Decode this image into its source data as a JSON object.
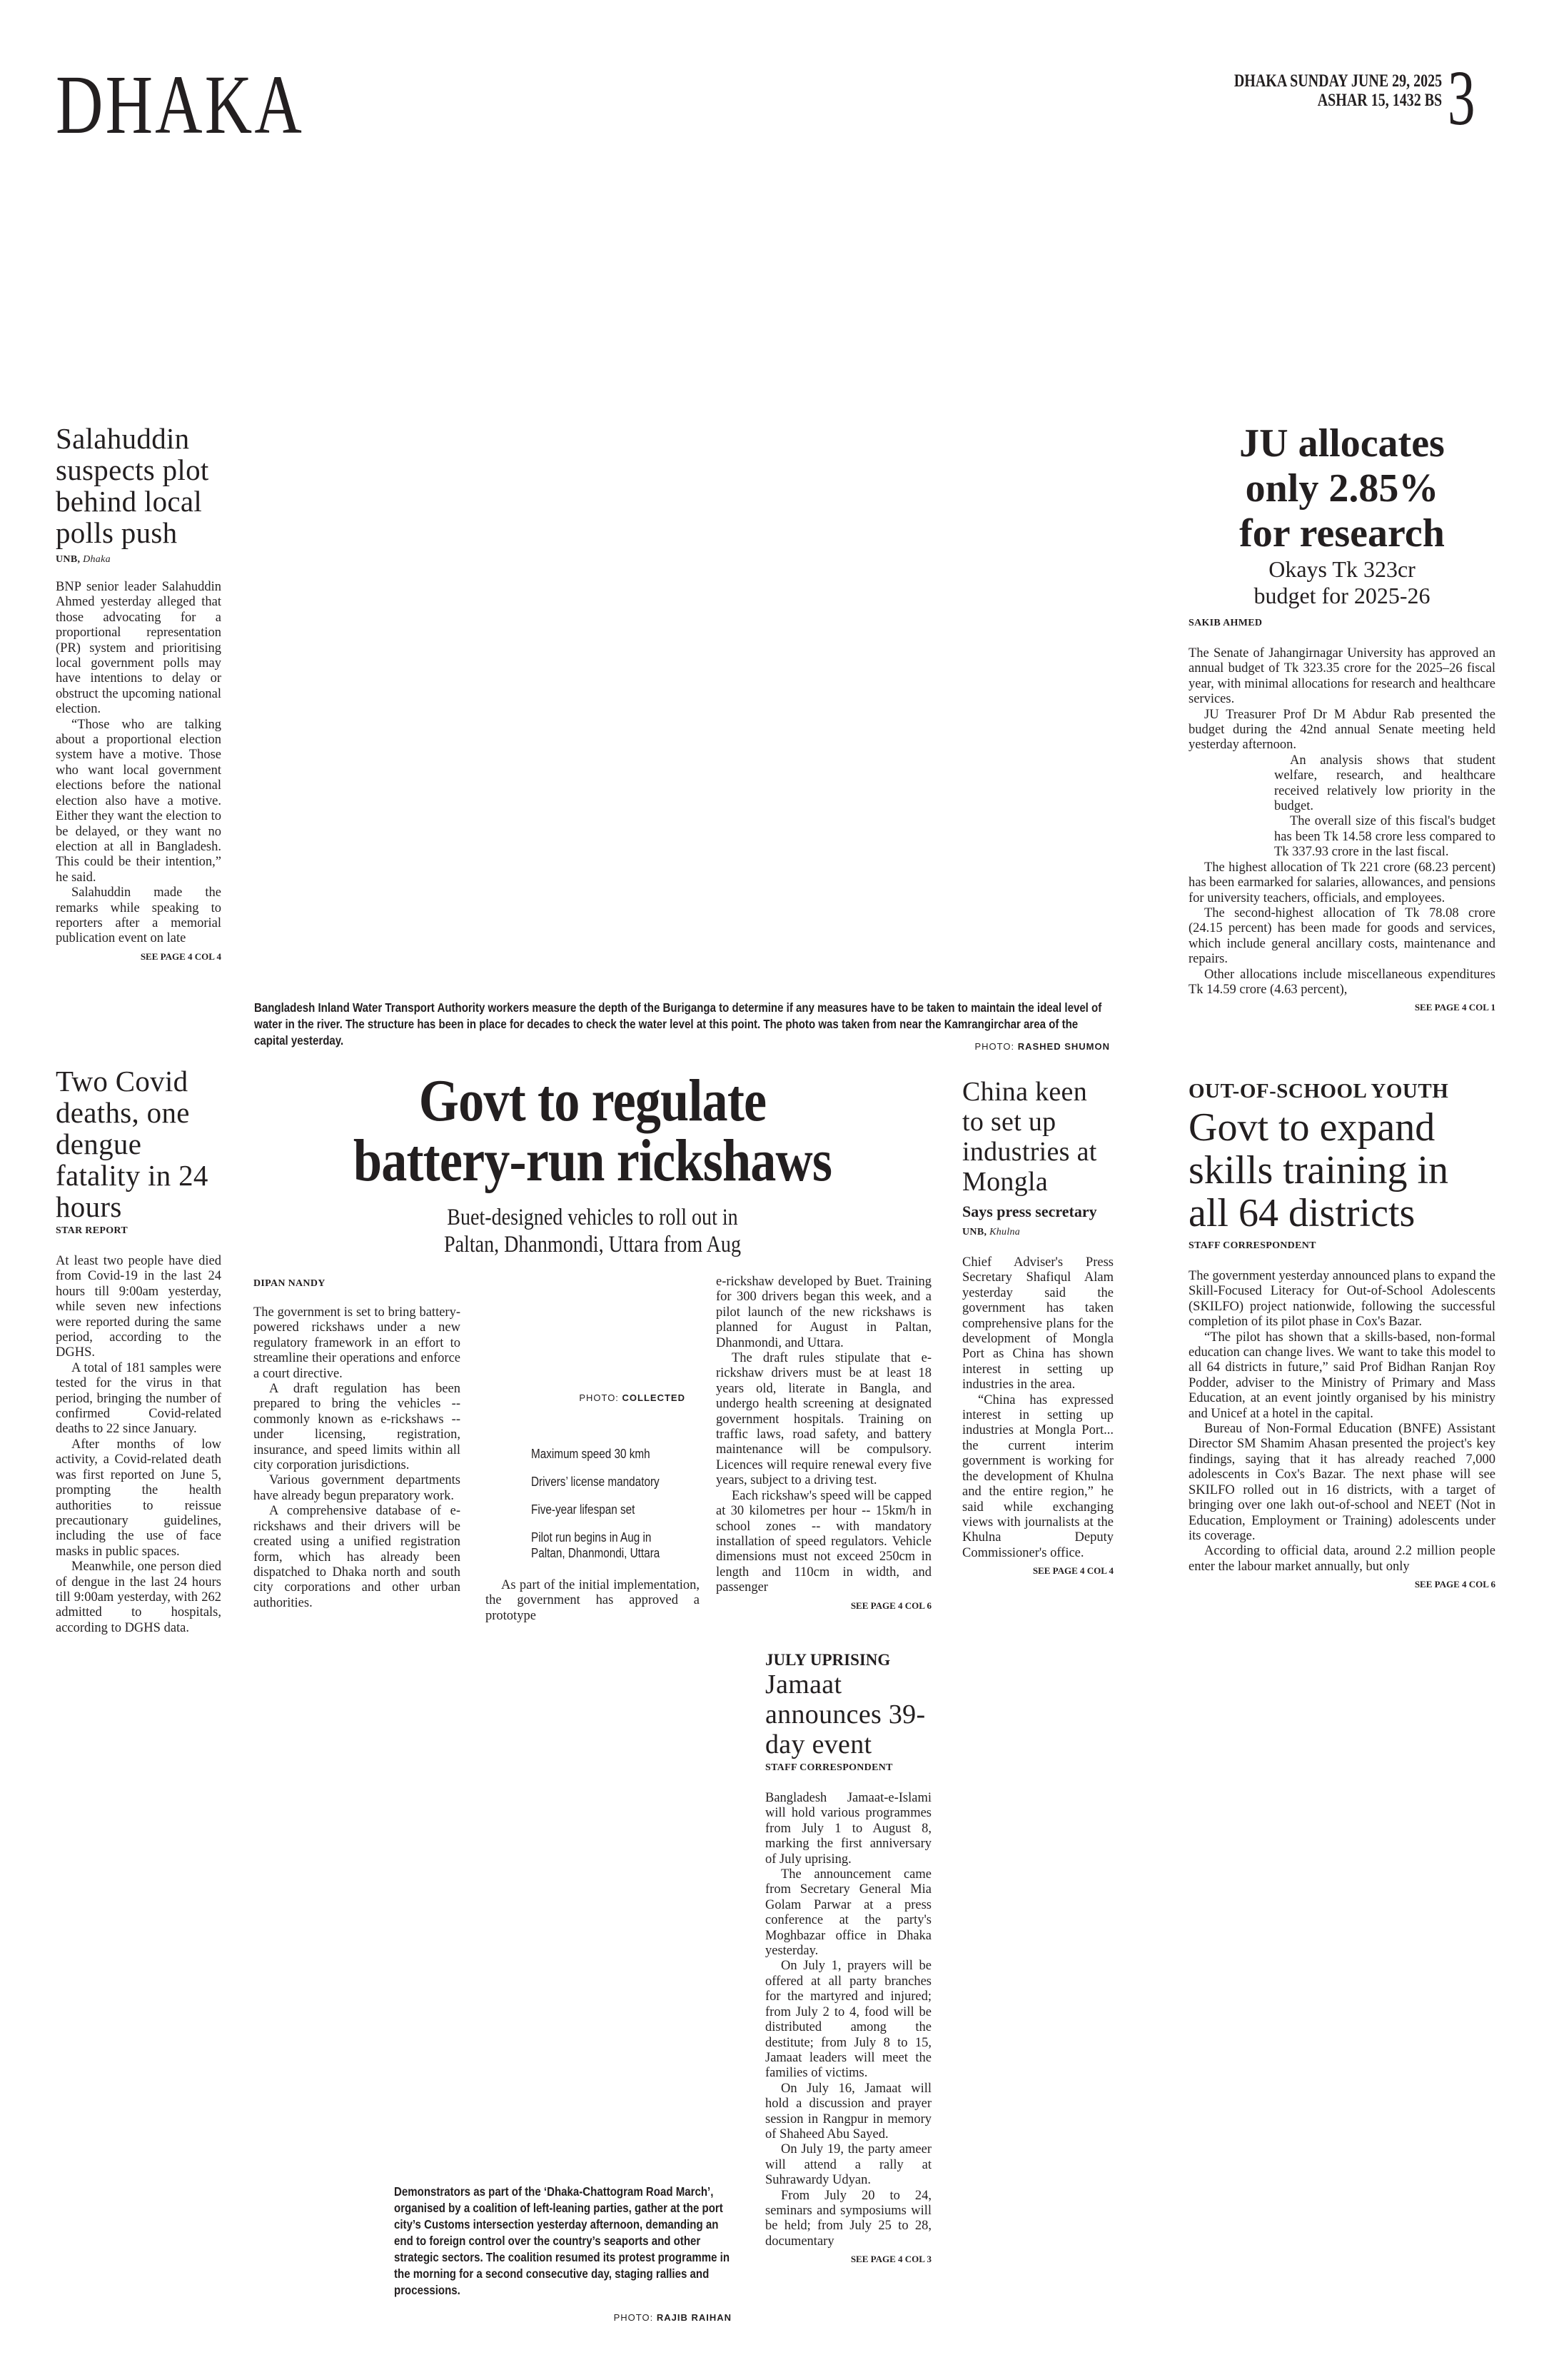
{
  "masthead": {
    "section": "DHAKA",
    "date_line1": "DHAKA SUNDAY JUNE 29, 2025",
    "date_line2": "ASHAR 15, 1432 BS",
    "page_number": "3"
  },
  "salahuddin": {
    "headline": "Salahuddin suspects plot behind local polls push",
    "agency": "UNB,",
    "place": "Dhaka",
    "paragraphs": [
      "BNP senior leader Salahuddin Ahmed yesterday alleged that those advocating for a proportional representation (PR) system and prioritising local government polls may have intentions to delay or obstruct the upcoming national election.",
      "“Those who are talking about a proportional election system have a motive. Those who want local government elections before the national election also have a motive. Either they want the election to be delayed, or they want no election at all in Bangladesh. This could be their intention,” he said.",
      "Salahuddin made the remarks while speaking to reporters after a memorial publication event on late"
    ],
    "jump": "SEE PAGE 4 COL 4"
  },
  "ju": {
    "headline": "JU allocates only 2.85% for research",
    "subhead": "Okays Tk 323cr budget for 2025-26",
    "byline": "SAKIB AHMED",
    "paragraphs": [
      "The Senate of Jahangirnagar University has approved an annual budget of Tk 323.35 crore for the 2025–26 fiscal year, with minimal allocations for research and healthcare services.",
      "JU Treasurer Prof Dr M Abdur Rab presented the budget during the 42nd annual Senate meeting held yesterday afternoon.",
      "An analysis shows that student welfare, research, and healthcare received relatively low priority in the budget.",
      "The overall size of this fiscal's budget has been Tk 14.58 crore less compared to Tk 337.93 crore in the last fiscal.",
      "The highest allocation of Tk 221 crore (68.23 percent) has been earmarked for salaries, allowances, and pensions for university teachers, officials, and employees.",
      "The second-highest allocation of Tk 78.08 crore (24.15 percent) has been made for goods and services, which include general ancillary costs, maintenance and repairs.",
      "Other allocations include miscellaneous expenditures Tk 14.59 crore (4.63 percent),"
    ],
    "jump": "SEE PAGE 4 COL 1"
  },
  "photo1": {
    "caption": "Bangladesh Inland Water Transport Authority workers measure the depth of the Buriganga to determine if any measures have to be taken to maintain the ideal level of water in the river. The structure has been in place for decades to check the water level at this point. The photo was taken from near the Kamrangirchar area of the capital yesterday.",
    "credit_label": "PHOTO:",
    "credit_name": "RASHED SHUMON"
  },
  "covid": {
    "headline": "Two Covid deaths, one dengue fatality in 24 hours",
    "byline": "STAR REPORT",
    "paragraphs": [
      "At least two people have died from Covid-19 in the last 24 hours till 9:00am yesterday, while seven new infections were reported during the same period, according to the DGHS.",
      "A total of 181 samples were tested for the virus in that period, bringing the number of confirmed Covid-related deaths to 22 since January.",
      "After months of low activity, a Covid-related death was first reported on June 5, prompting the health authorities to reissue precautionary guidelines, including the use of face masks in public spaces.",
      "Meanwhile, one person died of dengue in the last 24 hours till 9:00am yesterday, with 262 admitted to hospitals, according to DGHS data."
    ]
  },
  "rickshaw": {
    "headline_line1": "Govt to regulate",
    "headline_line2": "battery-run rickshaws",
    "subhead_line1": "Buet-designed vehicles to roll out in",
    "subhead_line2": "Paltan, Dhanmondi, Uttara from Aug",
    "byline": "DIPAN NANDY",
    "col1": [
      "The government is set to bring battery-powered rickshaws under a new regulatory framework in an effort to streamline their operations and enforce a court directive.",
      "A draft regulation has been prepared to bring the vehicles -- commonly known as e-rickshaws -- under licensing, registration, insurance, and speed limits within all city corporation jurisdictions.",
      "Various government departments have already begun preparatory work.",
      "A comprehensive database of e-rickshaws and their drivers will be created using a unified registration form, which has already been dispatched to Dhaka north and south city corporations and other urban authorities."
    ],
    "photo_credit_label": "PHOTO:",
    "photo_credit_name": "COLLECTED",
    "bullets": [
      "Maximum speed 30 kmh",
      "Drivers’ license mandatory",
      "Five-year lifespan set",
      "Pilot run begins in Aug in Paltan, Dhanmondi, Uttara"
    ],
    "col2": [
      "As part of the initial implementation, the government has approved a prototype"
    ],
    "col3": [
      "e-rickshaw developed by Buet. Training for 300 drivers began this week, and a pilot launch of the new rickshaws is planned for August in Paltan, Dhanmondi, and Uttara.",
      "The draft rules stipulate that e-rickshaw drivers must be at least 18 years old, literate in Bangla, and undergo health screening at designated government hospitals. Training on traffic laws, road safety, and battery maintenance will be compulsory. Licences will require renewal every five years, subject to a driving test.",
      "Each rickshaw's speed will be capped at 30 kilometres per hour -- 15km/h in school zones -- with mandatory installation of speed regulators. Vehicle dimensions must not exceed 250cm in length and 110cm in width, and passenger"
    ],
    "jump": "SEE PAGE 4 COL 6"
  },
  "china": {
    "headline": "China keen to set up industries at Mongla",
    "subhead": "Says press secretary",
    "agency": "UNB,",
    "place": "Khulna",
    "paragraphs": [
      "Chief Adviser's Press Secretary Shafiqul Alam yesterday said the government has taken comprehensive plans for the development of Mongla Port as China has shown interest in setting up industries in the area.",
      "“China has expressed interest in setting up industries at Mongla Port... the current interim government is working for the development of Khulna and the entire region,” he said while exchanging views with journalists at the Khulna Deputy Commissioner's office."
    ],
    "jump": "SEE PAGE 4 COL 4"
  },
  "skills": {
    "kicker": "OUT-OF-SCHOOL YOUTH",
    "headline": "Govt to expand skills training in all 64 districts",
    "byline": "STAFF CORRESPONDENT",
    "paragraphs": [
      "The government yesterday announced plans to expand the Skill-Focused Literacy for Out-of-School Adolescents (SKILFO) project nationwide, following the successful completion of its pilot phase in Cox's Bazar.",
      "“The pilot has shown that a skills-based, non-formal education can change lives. We want to take this model to all 64 districts in future,” said Prof Bidhan Ranjan Roy Podder, adviser to the Ministry of Primary and Mass Education, at an event jointly organised by his ministry and Unicef at a hotel in the capital.",
      "Bureau of Non-Formal Education (BNFE) Assistant Director SM Shamim Ahasan presented the project's key findings, saying that it has already reached 7,000 adolescents in Cox's Bazar. The next phase will see SKILFO rolled out in 16 districts, with a target of bringing over one lakh out-of-school and NEET (Not in Education, Employment or Training) adolescents under its coverage.",
      "According to official data, around 2.2 million people enter the labour market annually, but only"
    ],
    "jump": "SEE PAGE 4 COL 6"
  },
  "jamaat": {
    "kicker": "JULY UPRISING",
    "headline": "Jamaat announces 39-day event",
    "byline": "STAFF CORRESPONDENT",
    "paragraphs": [
      "Bangladesh Jamaat-e-Islami will hold various programmes from July 1 to August 8, marking the first anniversary of July uprising.",
      "The announcement came from Secretary General Mia Golam Parwar at a press conference at the party's Moghbazar office in Dhaka yesterday.",
      "On July 1, prayers will be offered at all party branches for the martyred and injured; from July 2 to 4, food will be distributed among the destitute; from July 8 to 15, Jamaat leaders will meet the families of victims.",
      "On July 16, Jamaat will hold a discussion and prayer session in Rangpur in memory of Shaheed Abu Sayed.",
      "On July 19, the party ameer will attend a rally at Suhrawardy Udyan.",
      "From July 20 to 24, seminars and symposiums will be held; from July 25 to 28, documentary"
    ],
    "jump": "SEE PAGE 4 COL 3"
  },
  "photo2": {
    "caption": "Demonstrators as part of the ‘Dhaka-Chattogram Road March’, organised by a coalition of left-leaning parties, gather at the port city’s Customs intersection yesterday afternoon, demanding an end to foreign control over the country’s seaports and other strategic sectors. The coalition resumed its protest programme in the morning for a second consecutive day, staging rallies and processions.",
    "credit_label": "PHOTO:",
    "credit_name": "RAJIB RAIHAN"
  }
}
